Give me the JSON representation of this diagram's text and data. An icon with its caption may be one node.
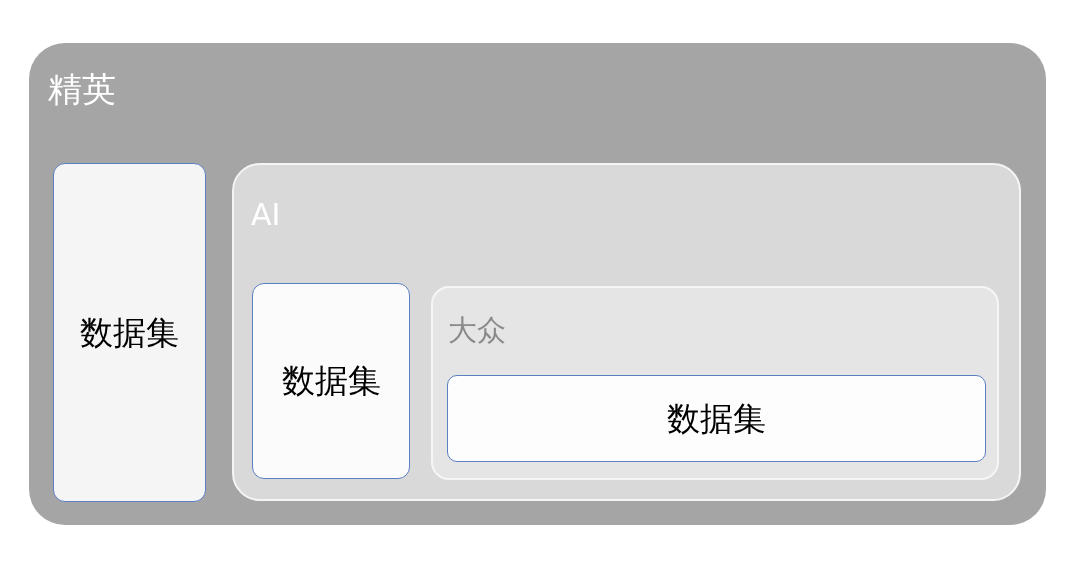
{
  "diagram": {
    "nodes": [
      {
        "text": [
          "精英"
        ]
      },
      {
        "text": [
          "数据集"
        ],
        "in": 0
      },
      {
        "text": [
          "AI"
        ],
        "in": 0
      },
      {
        "text": [
          "数据集"
        ],
        "in": 2
      },
      {
        "text": [
          "大众"
        ],
        "in": 2
      },
      {
        "text": [
          "数据集"
        ],
        "in": 4
      }
    ],
    "edges": []
  }
}
